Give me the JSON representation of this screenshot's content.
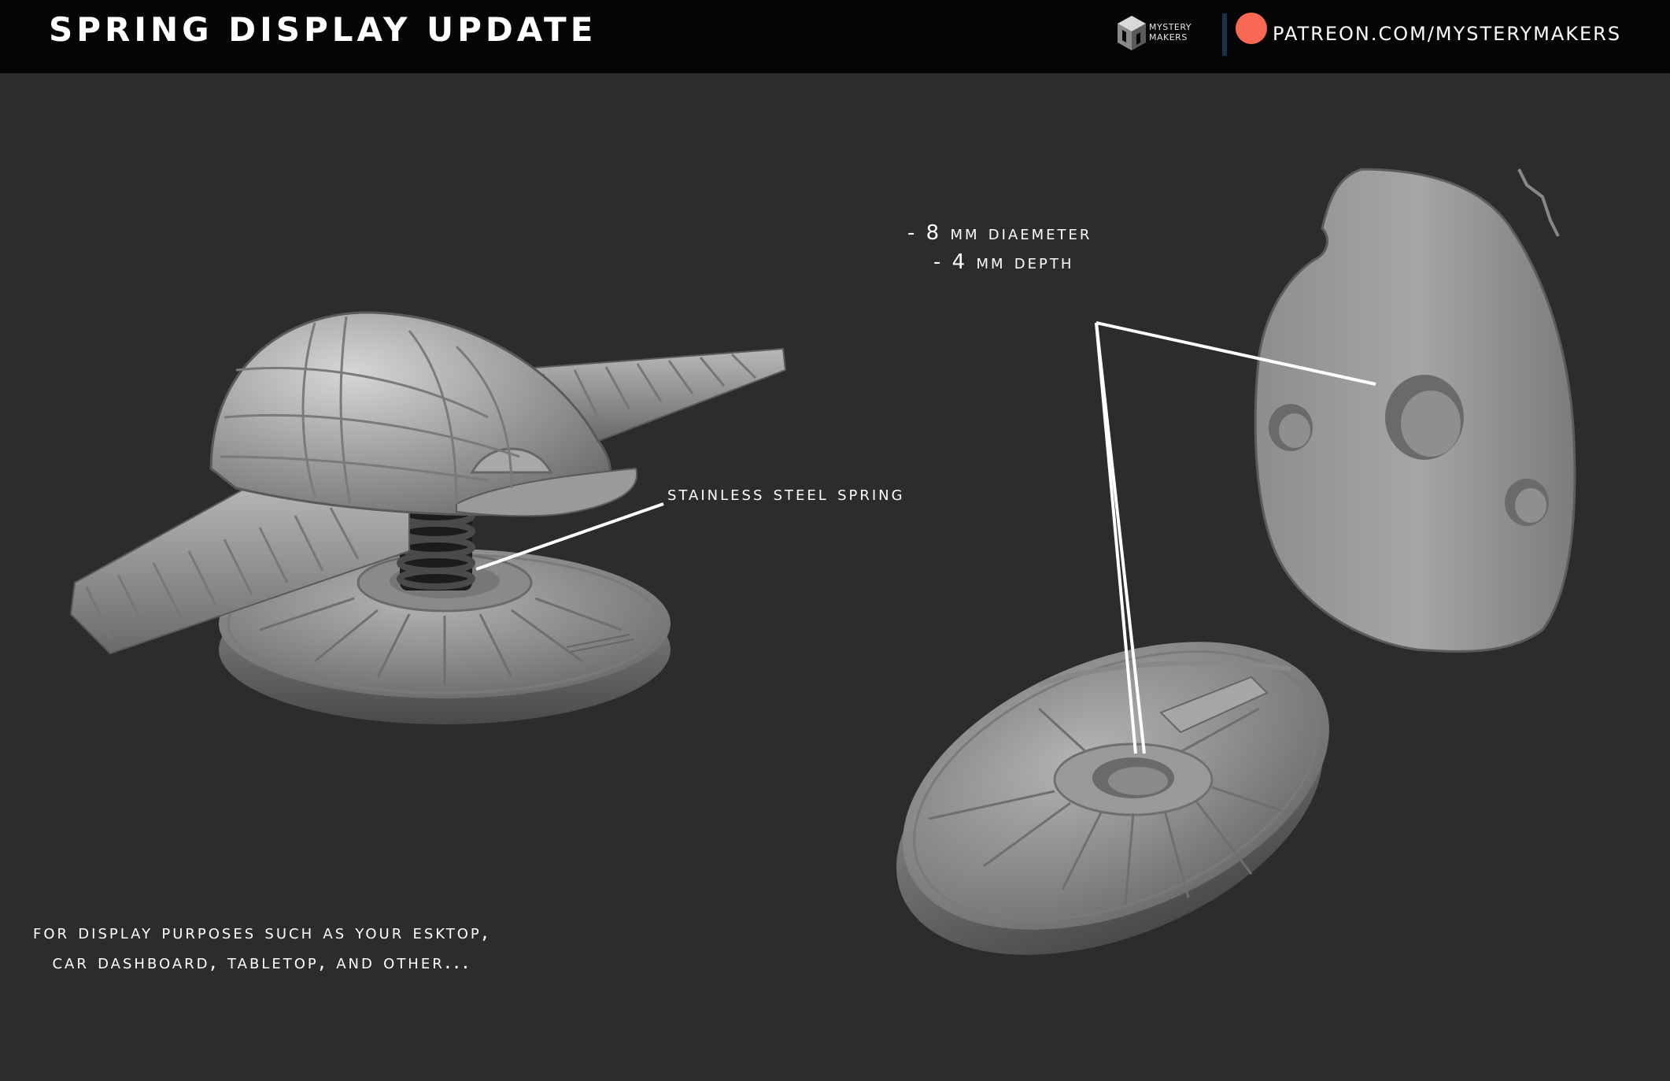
{
  "header": {
    "title": "SPRING DISPLAY UPDATE",
    "brand_line1": "MYSTERY",
    "brand_line2": "MAKERS",
    "patreon_url": "PATREON.COM/MYSTERYMAKERS"
  },
  "annotations": {
    "spring": "STAINLESS STEEL SPRING",
    "diameter": "- 8 mm DIAEMETER",
    "depth": "- 4 mm DEPTH"
  },
  "caption": {
    "line1": "FOR DISPLAY PURPOSES SUCH AS YOUR ESKTOP,",
    "line2": "CAR DASHBOARD, TABLETOP, AND OTHER..."
  },
  "colors": {
    "background": "#2c2c2d",
    "header": "#050505",
    "patreon": "#f96854",
    "accent_divider": "#15334d",
    "model_gray": "#9a9a9a"
  }
}
